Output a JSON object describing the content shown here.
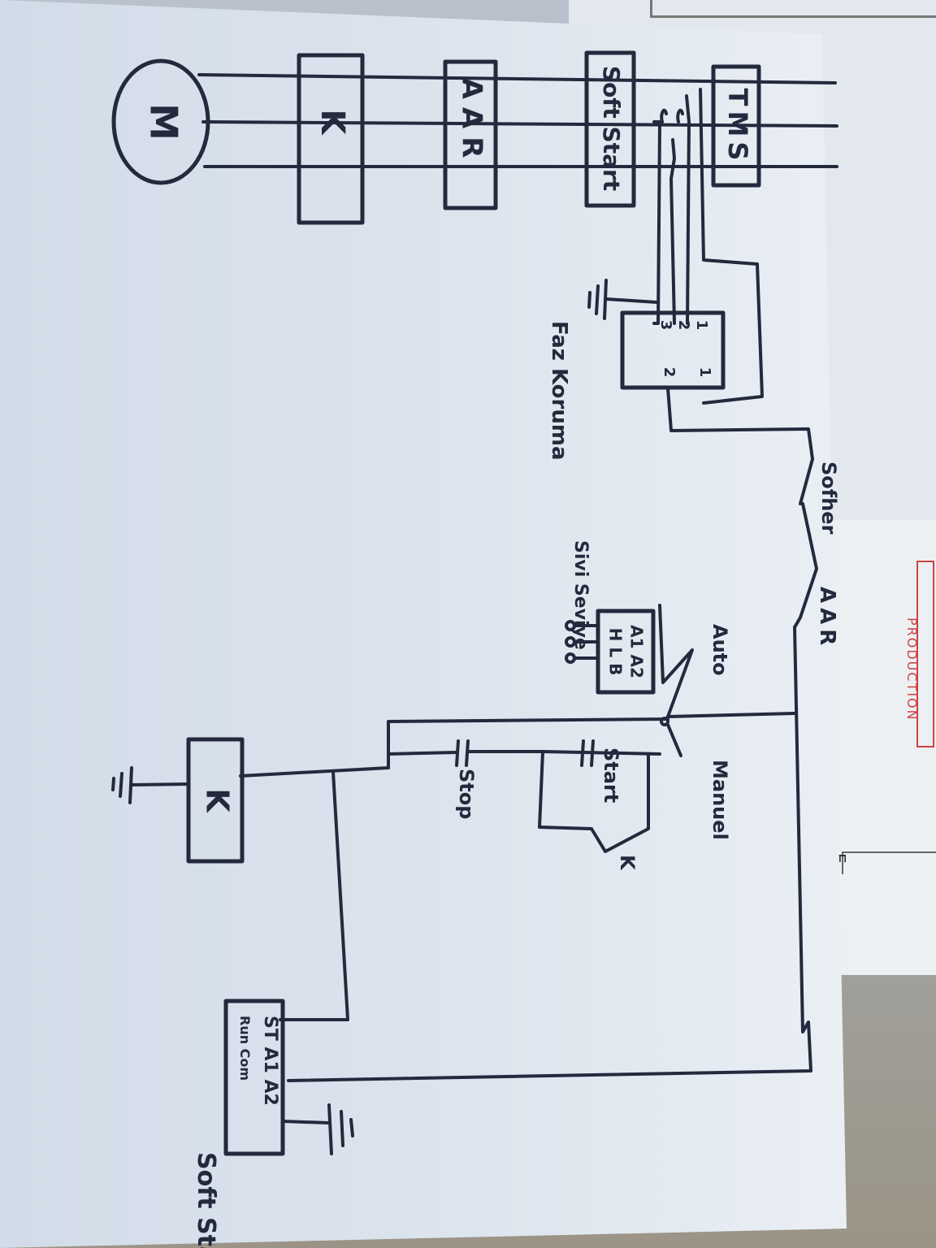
{
  "power_blocks": {
    "motor": "M",
    "contactor": "K",
    "aar": "AAR",
    "soft_start": "Soft Start",
    "tms": "TMS"
  },
  "phase_relay": {
    "label": "Faz Koruma",
    "pin_left_1": "1",
    "pin_left_2": "2",
    "pin_left_3": "3",
    "pin_right_1": "1",
    "pin_right_2": "2"
  },
  "control": {
    "switch_1": "Sofher",
    "switch_2": "AAR",
    "auto_label": "Auto",
    "manual_label": "Manuel",
    "stop_label": "Stop",
    "start_label": "Start",
    "aux_contact_label": "K",
    "coil_label": "K"
  },
  "level_relay": {
    "terminals_top": "A1 A2",
    "terminals_bottom": "H L B",
    "label": "Sivi Seviye"
  },
  "soft_start_terminals": {
    "line1": "ST   A1  A2",
    "line2": "Run Com",
    "label": "Soft Start"
  },
  "background_sheet": {
    "letter": "E",
    "stamp": "PRODUCTION"
  }
}
